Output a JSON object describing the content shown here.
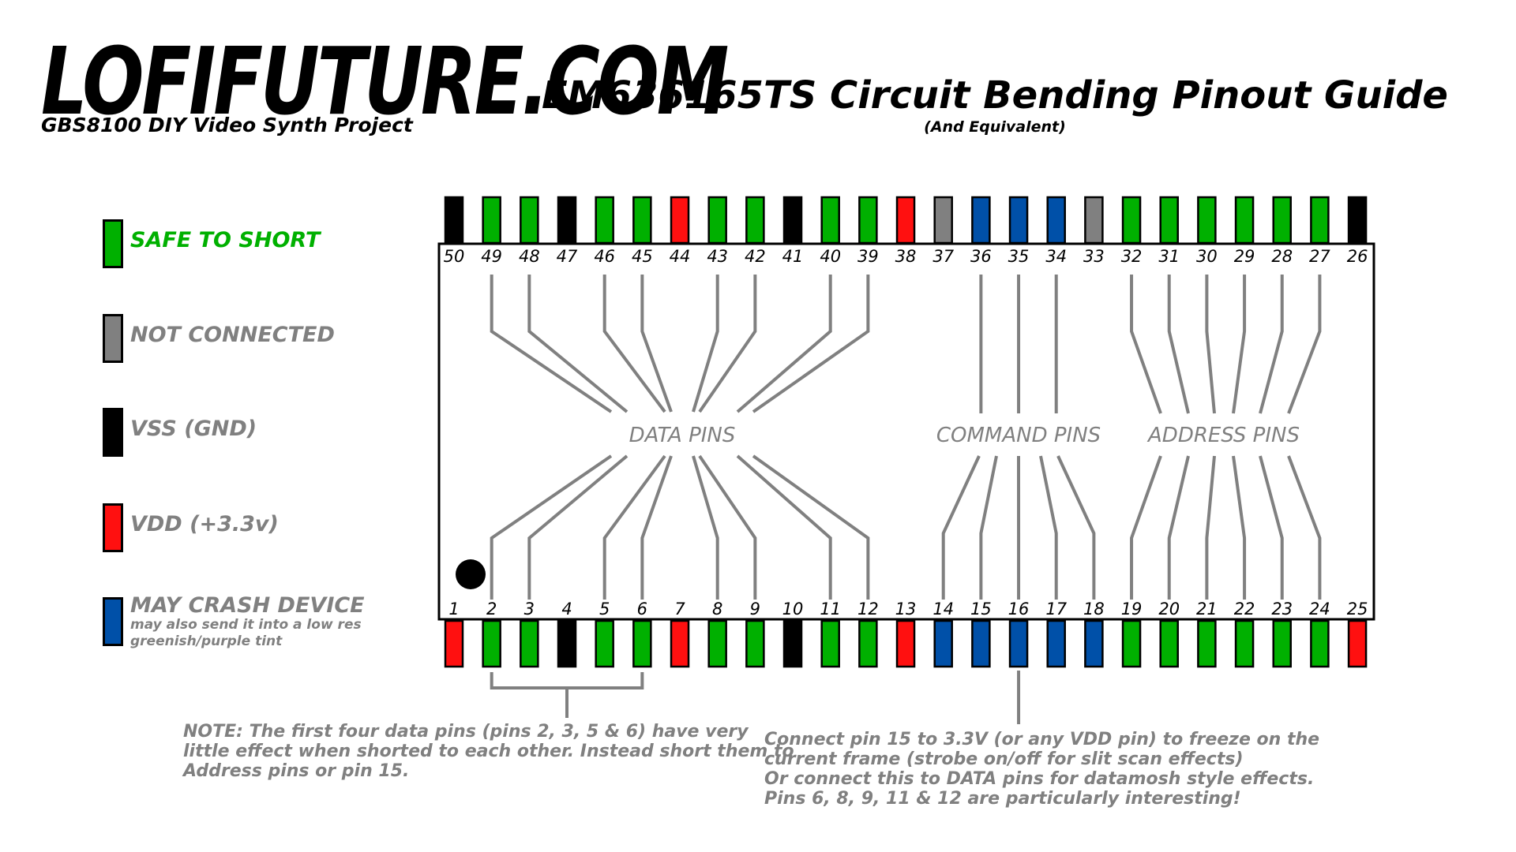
{
  "header": {
    "logo": "LOFIFUTURE.COM",
    "subtitle": "GBS8100 DIY Video Synth Project",
    "title": "EM636165TS Circuit Bending Pinout Guide",
    "title_sub": "(And Equivalent)"
  },
  "colors": {
    "safe": "#00B000",
    "not_connected": "#808080",
    "vss": "#000000",
    "vdd": "#FF1010",
    "crash": "#0050A8",
    "line": "#808080"
  },
  "legend": [
    {
      "type": "safe",
      "label": "SAFE TO SHORT",
      "label_color": "#00B000"
    },
    {
      "type": "not_connected",
      "label": "NOT CONNECTED",
      "label_color": "#808080"
    },
    {
      "type": "vss",
      "label": "VSS (GND)",
      "label_color": "#808080"
    },
    {
      "type": "vdd",
      "label": "VDD (+3.3v)",
      "label_color": "#808080"
    },
    {
      "type": "crash",
      "label": "MAY CRASH DEVICE",
      "label_color": "#808080",
      "note": "may also send it into a low res greenish/purple tint"
    }
  ],
  "pins_top": [
    {
      "n": "50",
      "type": "vss"
    },
    {
      "n": "49",
      "type": "safe"
    },
    {
      "n": "48",
      "type": "safe"
    },
    {
      "n": "47",
      "type": "vss"
    },
    {
      "n": "46",
      "type": "safe"
    },
    {
      "n": "45",
      "type": "safe"
    },
    {
      "n": "44",
      "type": "vdd"
    },
    {
      "n": "43",
      "type": "safe"
    },
    {
      "n": "42",
      "type": "safe"
    },
    {
      "n": "41",
      "type": "vss"
    },
    {
      "n": "40",
      "type": "safe"
    },
    {
      "n": "39",
      "type": "safe"
    },
    {
      "n": "38",
      "type": "vdd"
    },
    {
      "n": "37",
      "type": "not_connected"
    },
    {
      "n": "36",
      "type": "crash"
    },
    {
      "n": "35",
      "type": "crash"
    },
    {
      "n": "34",
      "type": "crash"
    },
    {
      "n": "33",
      "type": "not_connected"
    },
    {
      "n": "32",
      "type": "safe"
    },
    {
      "n": "31",
      "type": "safe"
    },
    {
      "n": "30",
      "type": "safe"
    },
    {
      "n": "29",
      "type": "safe"
    },
    {
      "n": "28",
      "type": "safe"
    },
    {
      "n": "27",
      "type": "safe"
    },
    {
      "n": "26",
      "type": "vss"
    }
  ],
  "pins_bottom": [
    {
      "n": "1",
      "type": "vdd"
    },
    {
      "n": "2",
      "type": "safe"
    },
    {
      "n": "3",
      "type": "safe"
    },
    {
      "n": "4",
      "type": "vss"
    },
    {
      "n": "5",
      "type": "safe"
    },
    {
      "n": "6",
      "type": "safe"
    },
    {
      "n": "7",
      "type": "vdd"
    },
    {
      "n": "8",
      "type": "safe"
    },
    {
      "n": "9",
      "type": "safe"
    },
    {
      "n": "10",
      "type": "vss"
    },
    {
      "n": "11",
      "type": "safe"
    },
    {
      "n": "12",
      "type": "safe"
    },
    {
      "n": "13",
      "type": "vdd"
    },
    {
      "n": "14",
      "type": "crash"
    },
    {
      "n": "15",
      "type": "crash"
    },
    {
      "n": "16",
      "type": "crash"
    },
    {
      "n": "17",
      "type": "crash"
    },
    {
      "n": "18",
      "type": "crash"
    },
    {
      "n": "19",
      "type": "safe"
    },
    {
      "n": "20",
      "type": "safe"
    },
    {
      "n": "21",
      "type": "safe"
    },
    {
      "n": "22",
      "type": "safe"
    },
    {
      "n": "23",
      "type": "safe"
    },
    {
      "n": "24",
      "type": "safe"
    },
    {
      "n": "25",
      "type": "vdd"
    }
  ],
  "groups": {
    "data": {
      "label": "DATA PINS",
      "top_pins": [
        "49",
        "48",
        "46",
        "45",
        "43",
        "42",
        "40",
        "39"
      ],
      "bottom_pins": [
        "2",
        "3",
        "5",
        "6",
        "8",
        "9",
        "11",
        "12"
      ]
    },
    "command": {
      "label": "COMMAND PINS",
      "top_pins": [
        "36",
        "35",
        "34"
      ],
      "bottom_pins": [
        "14",
        "15",
        "16",
        "17",
        "18"
      ]
    },
    "address": {
      "label": "ADDRESS PINS",
      "top_pins": [
        "32",
        "31",
        "30",
        "29",
        "28",
        "27"
      ],
      "bottom_pins": [
        "19",
        "20",
        "21",
        "22",
        "23",
        "24"
      ]
    }
  },
  "notes": {
    "left": "NOTE: The first four data pins (pins 2, 3, 5 & 6) have very\nlittle effect when shorted to each other. Instead short them to\nAddress pins or pin 15.",
    "right": "Connect pin 15 to 3.3V (or any VDD pin) to freeze on the\ncurrent frame (strobe on/off for slit scan effects)\nOr connect this to DATA pins for datamosh style effects.\nPins 6, 8, 9, 11 & 12 are particularly interesting!"
  }
}
